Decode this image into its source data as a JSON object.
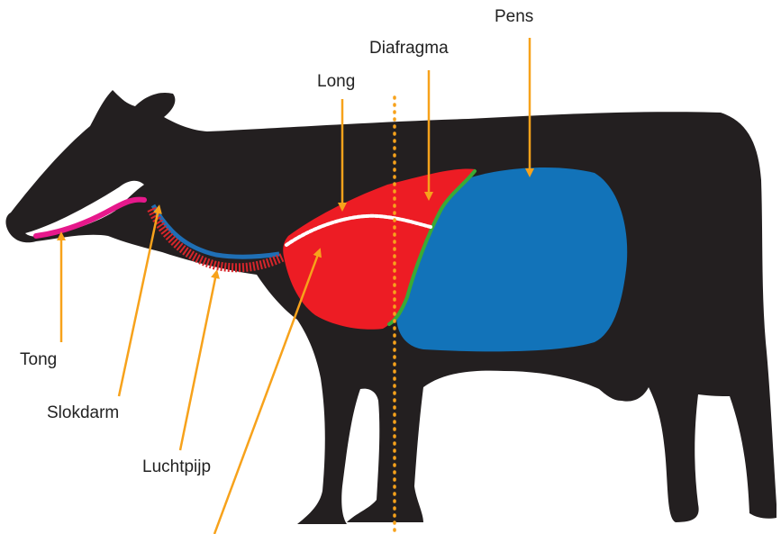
{
  "labels": {
    "pens": "Pens",
    "diafragma": "Diafragma",
    "long": "Long",
    "tong": "Tong",
    "slokdarm": "Slokdarm",
    "luchtpijp": "Luchtpijp"
  },
  "colors": {
    "cow_body": "#231f20",
    "arrow": "#f7a21b",
    "lung": "#ed1c24",
    "rumen": "#1273b9",
    "diaphragm": "#3aaa35",
    "tongue": "#e6188b",
    "esophagus": "#1f6fb5",
    "trachea": "#d7262b",
    "bronchus": "#ffffff",
    "dotted_line": "#f7a21b"
  }
}
